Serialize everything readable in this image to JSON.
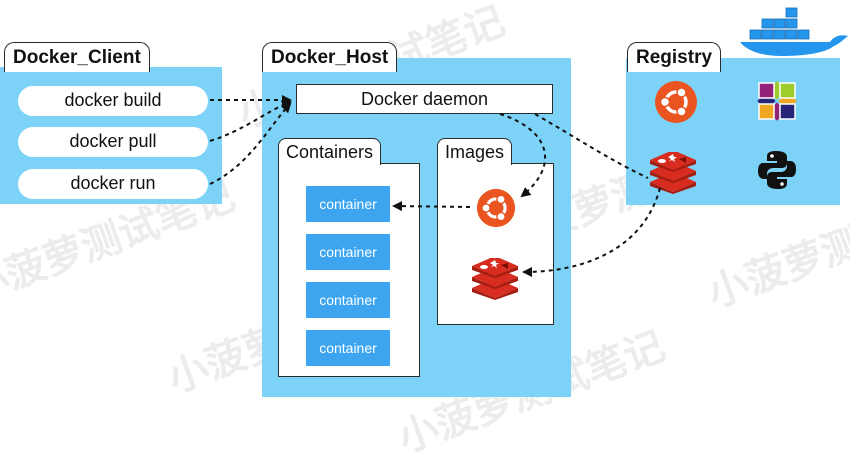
{
  "client": {
    "title": "Docker_Client",
    "commands": [
      "docker build",
      "docker pull",
      "docker run"
    ]
  },
  "host": {
    "title": "Docker_Host",
    "daemon": "Docker daemon",
    "containers_label": "Containers",
    "images_label": "Images",
    "container_items": [
      "container",
      "container",
      "container",
      "container"
    ]
  },
  "registry": {
    "title": "Registry",
    "icons": [
      "ubuntu-icon",
      "centos-icon",
      "redis-icon",
      "python-icon"
    ]
  },
  "watermark": "小菠萝测试笔记",
  "colors": {
    "panel": "#7dd3f7",
    "container": "#3da5f0",
    "ubuntu": "#e95420",
    "redis": "#c6302b",
    "whale": "#2496ed"
  }
}
